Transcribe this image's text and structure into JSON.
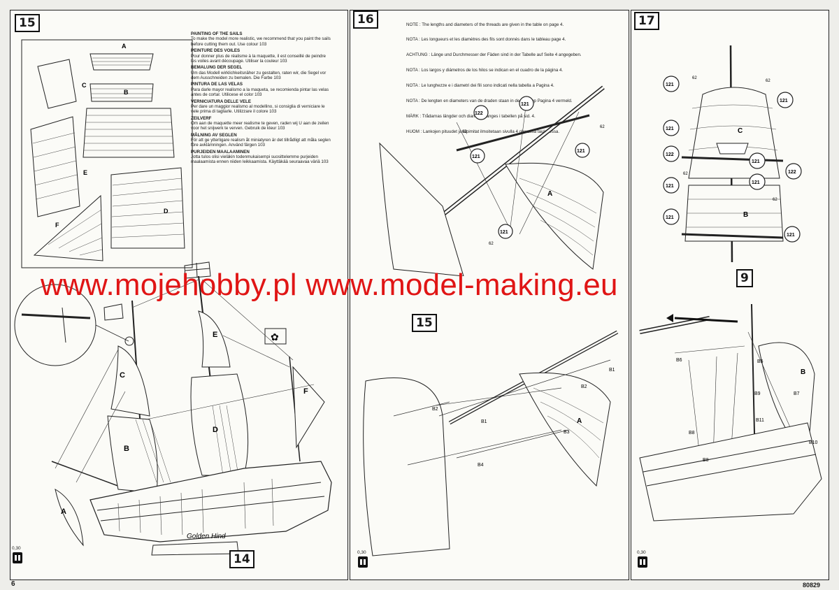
{
  "steps": {
    "left": "15",
    "middle": "16",
    "right": "17",
    "middle_sub": "15",
    "left_bottom": "14",
    "right_sub": "9"
  },
  "sail_labels": [
    "A",
    "B",
    "C",
    "D",
    "E",
    "F"
  ],
  "instructions": [
    {
      "heading": "PAINTING OF THE SAILS",
      "text": "To make the model more realistic, we recommend that you paint the sails before cutting them out. Use colour 103"
    },
    {
      "heading": "PEINTURE DES VOILES",
      "text": "Pour donner plus de réalisme à la maquette, il est conseillé de peindre les voiles avant découpage. Utiliser la couleur 103"
    },
    {
      "heading": "BEMALUNG DER SEGEL",
      "text": "Um das Modell wirklichkeitsnäher zu gestalten, raten wir, die Segel vor dem Ausschneiden zu bemalen. Die Farbe 103"
    },
    {
      "heading": "PINTURA DE LAS VELAS",
      "text": "Para darle mayor realismo a la maqueta, se recomienda pintar las velas antes de cortar. Utilicese el color 103"
    },
    {
      "heading": "VERNICIATURA DELLE VELE",
      "text": "Per dare un maggior realismo al modellino, si consiglia di verniciare le vele prima di tagliarle. Utilizzare il colore 103"
    },
    {
      "heading": "ZEILVERF",
      "text": "Om aan de maquette meer realisme te geven, raden wij U aan de zeilen voor het snijwerk te verven. Gebruik de kleur 103"
    },
    {
      "heading": "MÅLNING AV SEGLEN",
      "text": "För att ge ytterligare realism åt miniatyren är det tillrådligt att måla seglen före avklämningen. Använd färgen 103"
    },
    {
      "heading": "PURJEIDEN MAALAAMINEN",
      "text": "Jotta tulos olisi vieläkin todenmukaisempi suosittelemme purjeiden maalaamista ennen niiden leikkaamista. Käyttäkää seuraavaa väriä 103"
    }
  ],
  "note_lines": [
    "NOTE : The lengths and diameters of the threads are given in the table on page 4.",
    "NOTA : Les longueurs et les diamètres des fils sont donnés dans le tableau page 4.",
    "ACHTUNG : Länge und Durchmesser der Fäden sind in der Tabelle auf Seite 4 angegeben.",
    "NOTA : Los largos y diámetros de los hilos se indican en el cuadro de la página 4.",
    "NOTA : Le lunghezze e i diametri dei fili sono indicati nella tabella a Pagina 4.",
    "NOTA : De lengten en diameters van de draden staan in de tabel op Pagina 4 vermeld.",
    "MÄRK : Trådarnas längder och diametrar anges i tabellen på sid. 4.",
    "HUOM : Lankojen pituudet ja läpimitat ilmoitetaan sivulla 4 olevassa taulukossa."
  ],
  "callouts": {
    "thread_a": "121",
    "thread_b": "122",
    "thread_c": "62"
  },
  "rigging_labels": [
    "B1",
    "B2",
    "B3",
    "B4",
    "B5",
    "B6",
    "B7",
    "B8",
    "B9",
    "B10",
    "B11"
  ],
  "spool": "0,30",
  "ship_name": "Golden Hind",
  "watermark": "www.mojehobby.pl www.model-making.eu",
  "page_number": "6",
  "catalog_number": "80829",
  "colors": {
    "paper": "#fbfbf7",
    "ink": "#1a1a1a",
    "watermark": "#e01515",
    "background": "#eeeeea"
  }
}
